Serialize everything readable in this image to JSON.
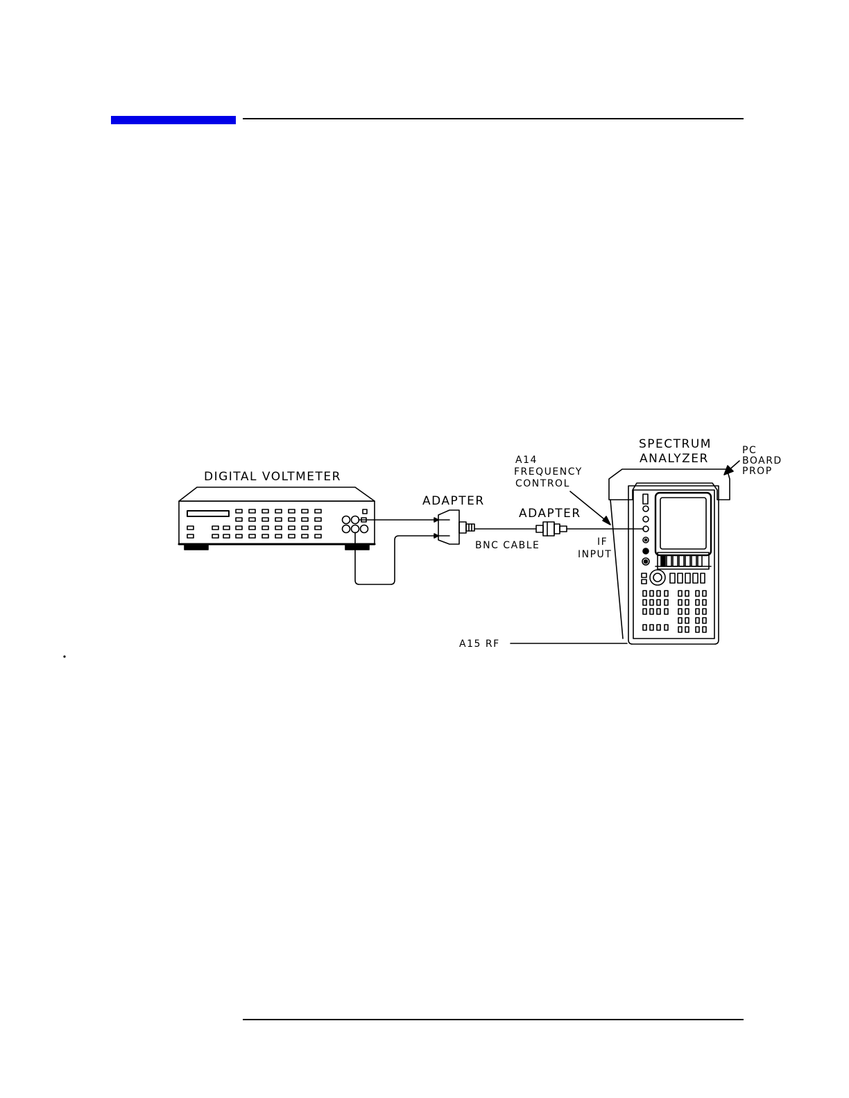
{
  "colors": {
    "accent": "#0000e8",
    "ink": "#000000"
  },
  "figure": {
    "labels": {
      "dvm": "DIGITAL VOLTMETER",
      "adapter_left": "ADAPTER",
      "adapter_right": "ADAPTER",
      "bnc_cable": "BNC CABLE",
      "a14_line1": "A14",
      "a14_line2": "FREQUENCY",
      "a14_line3": "CONTROL",
      "if_line1": "IF",
      "if_line2": "INPUT",
      "sa_line1": "SPECTRUM",
      "sa_line2": "ANALYZER",
      "pc_line1": "PC",
      "pc_line2": "BOARD",
      "pc_line3": "PROP",
      "a15": "A15 RF"
    }
  }
}
